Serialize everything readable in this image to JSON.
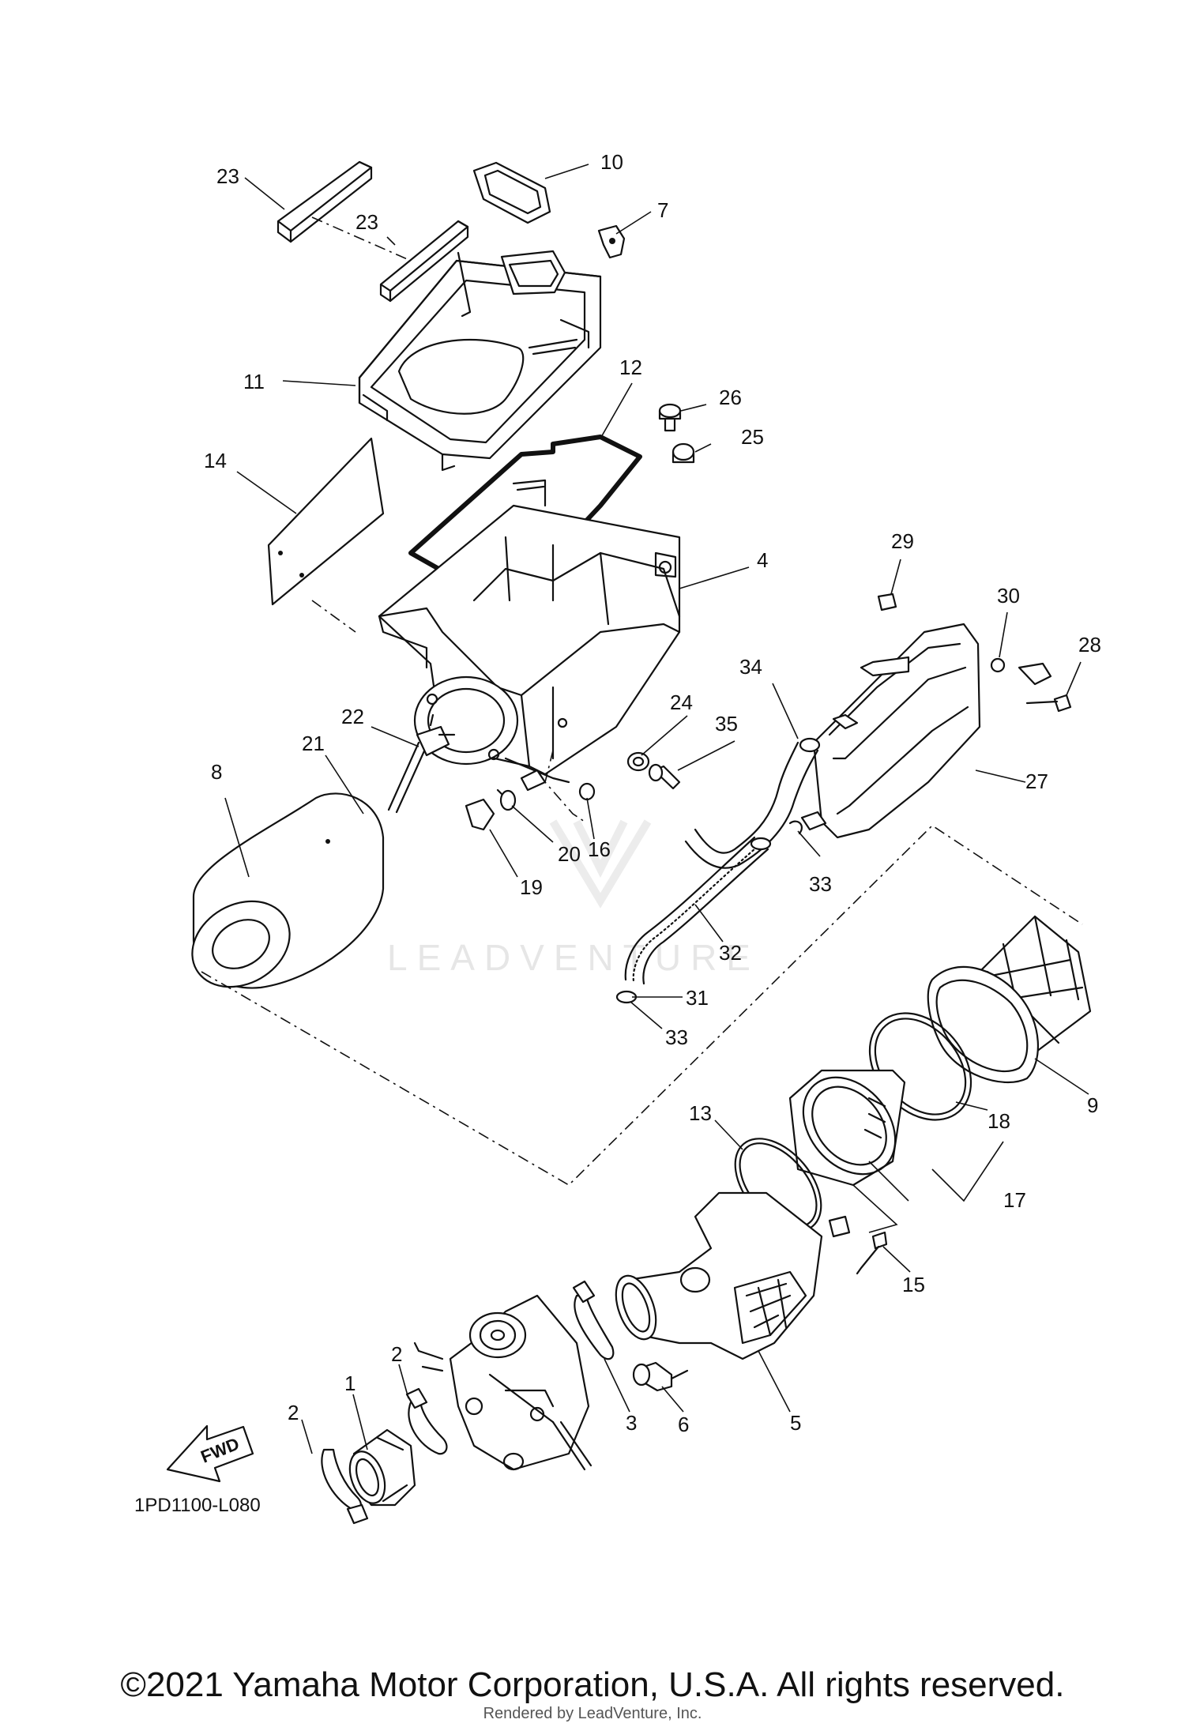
{
  "diagram": {
    "callouts": [
      "23",
      "23",
      "10",
      "7",
      "11",
      "12",
      "26",
      "25",
      "14",
      "4",
      "29",
      "30",
      "28",
      "34",
      "24",
      "35",
      "27",
      "22",
      "21",
      "8",
      "20",
      "16",
      "19",
      "33",
      "32",
      "31",
      "33",
      "9",
      "18",
      "13",
      "17",
      "15",
      "2",
      "1",
      "2",
      "3",
      "6",
      "5"
    ],
    "fwd_label": "FWD",
    "diagram_code": "1PD1100-L080",
    "watermark": "LEADVENTURE"
  },
  "footer": {
    "copyright": "©2021 Yamaha Motor Corporation, U.S.A. All rights reserved.",
    "rendered_by": "Rendered by LeadVenture, Inc."
  }
}
